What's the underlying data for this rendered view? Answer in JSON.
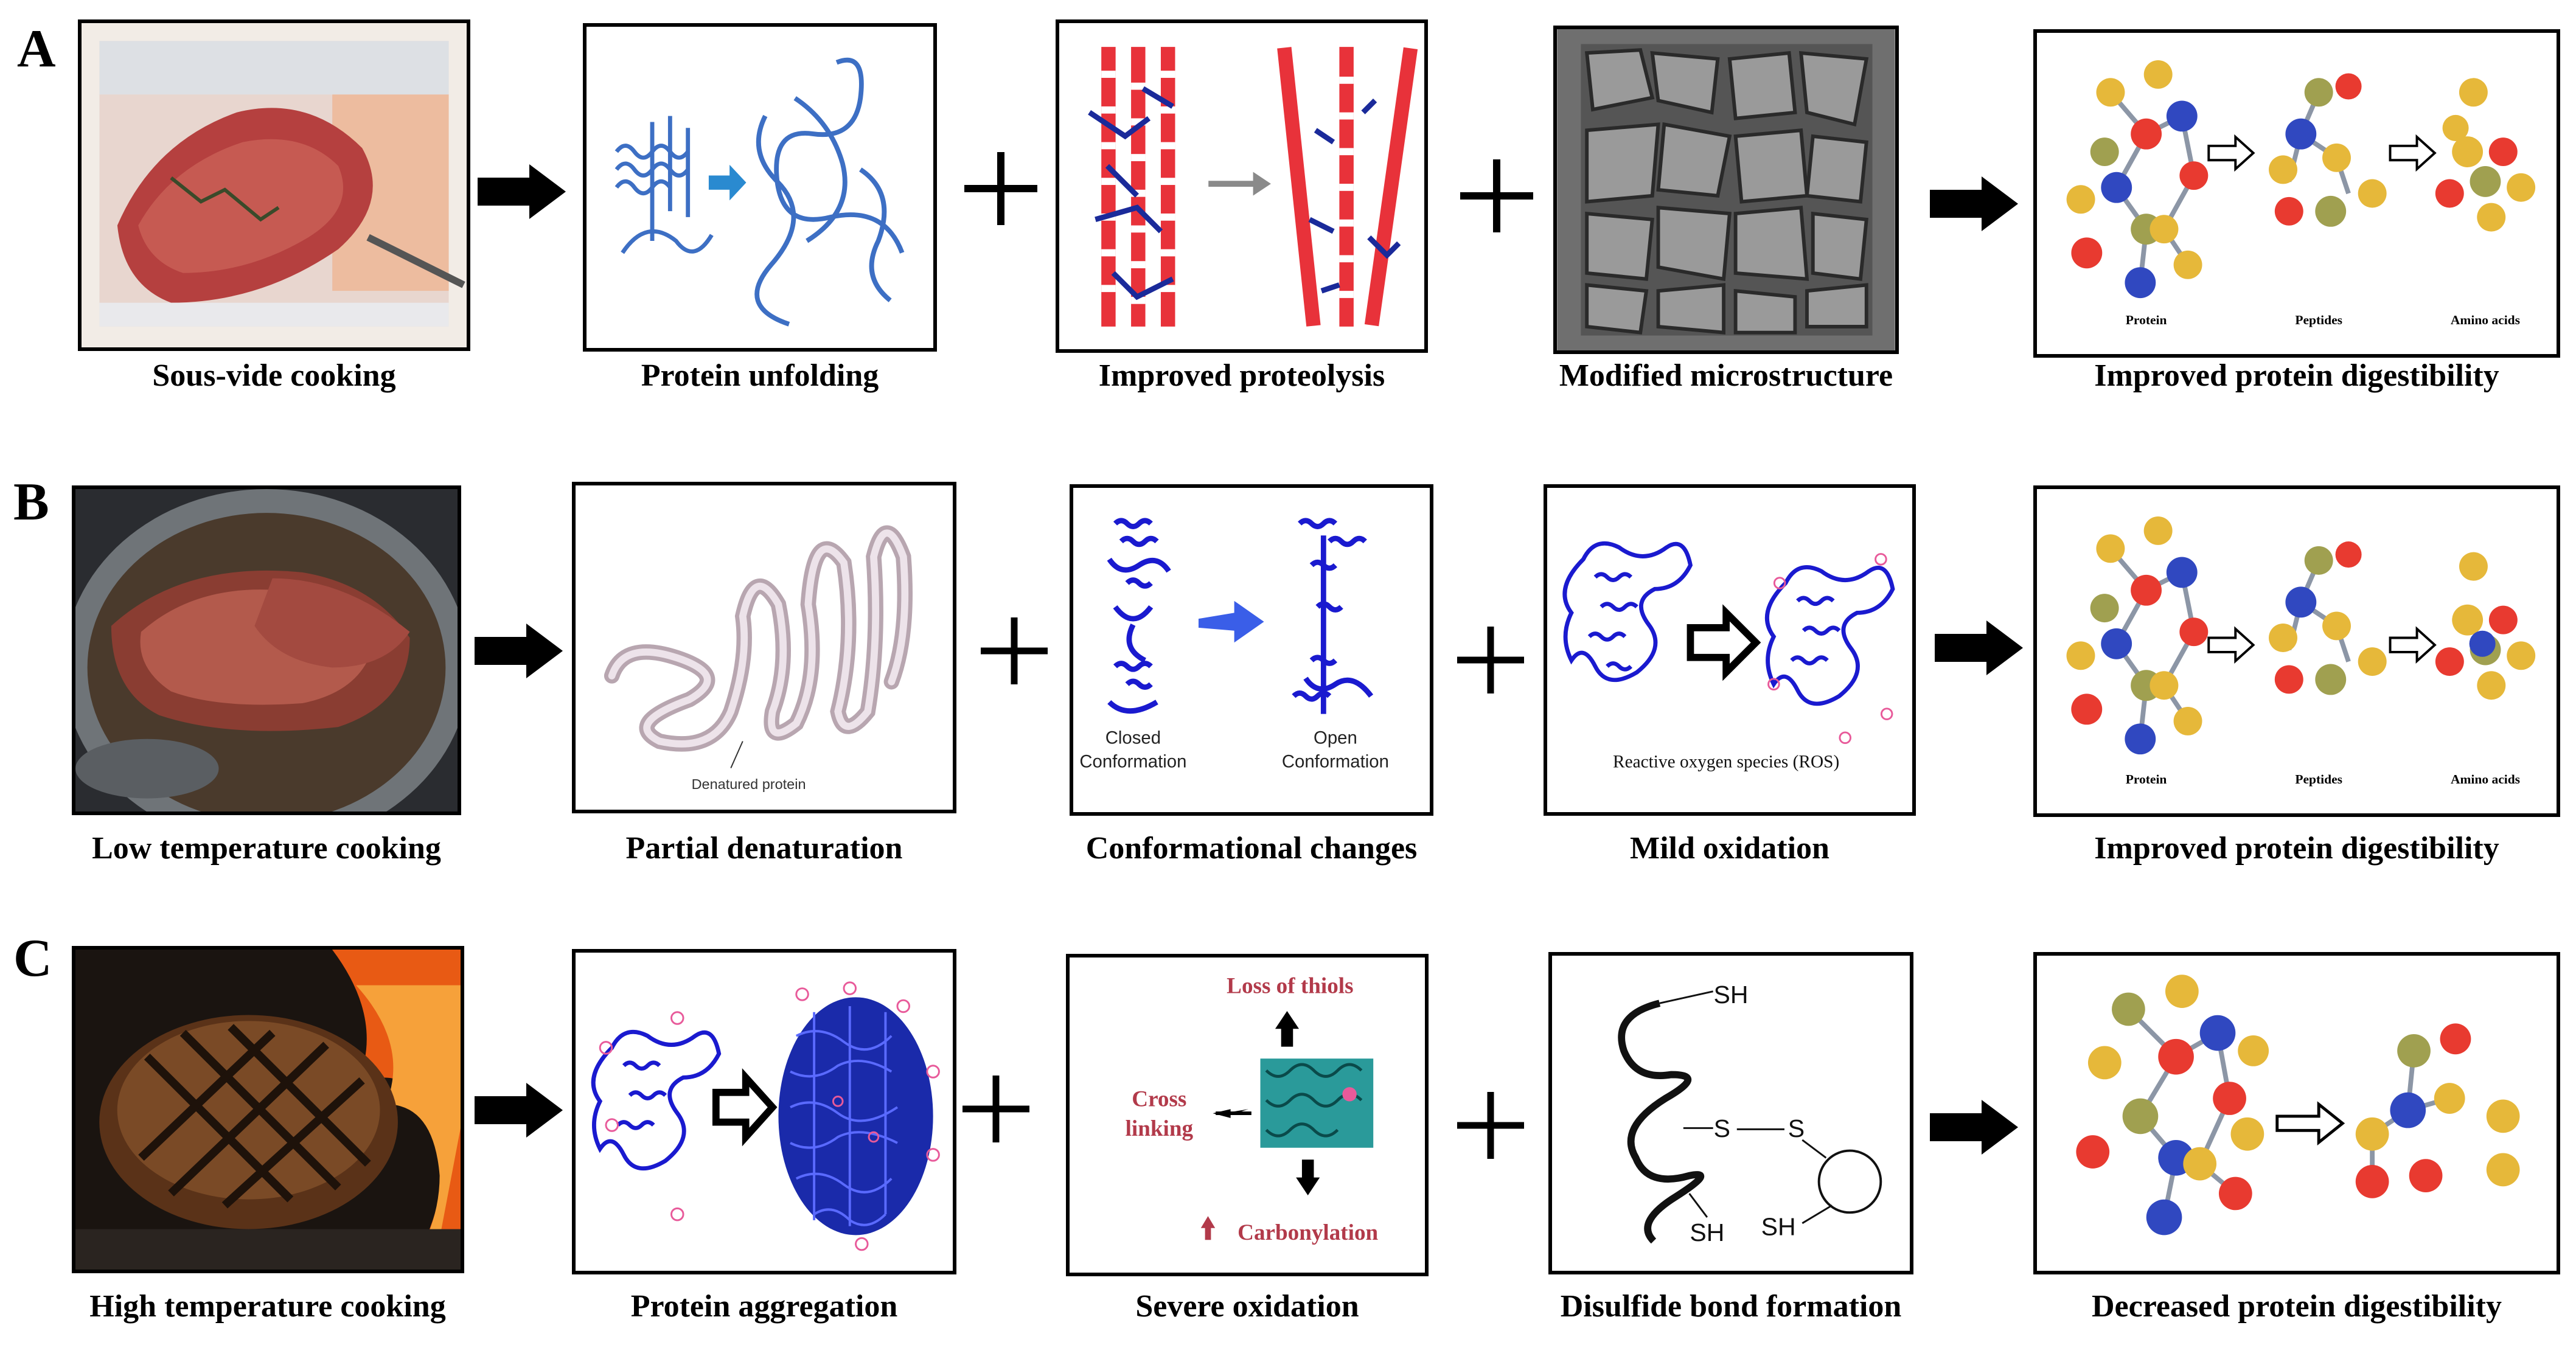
{
  "rows": [
    {
      "letter": "A",
      "panels": [
        {
          "caption": "Sous-vide cooking"
        },
        {
          "caption": "Protein unfolding"
        },
        {
          "caption": "Improved proteolysis"
        },
        {
          "caption": "Modified microstructure"
        },
        {
          "caption": "Improved protein digestibility",
          "labels": {
            "protein": "Protein",
            "peptides": "Peptides",
            "amino": "Amino acids"
          }
        }
      ]
    },
    {
      "letter": "B",
      "panels": [
        {
          "caption": "Low temperature cooking"
        },
        {
          "caption": "Partial denaturation",
          "labels": {
            "denatured": "Denatured protein"
          }
        },
        {
          "caption": "Conformational changes",
          "labels": {
            "closed1": "Closed",
            "closed2": "Conformation",
            "open1": "Open",
            "open2": "Conformation"
          }
        },
        {
          "caption": "Mild oxidation",
          "labels": {
            "ros": "Reactive oxygen species (ROS)"
          }
        },
        {
          "caption": "Improved protein digestibility",
          "labels": {
            "protein": "Protein",
            "peptides": "Peptides",
            "amino": "Amino acids"
          }
        }
      ]
    },
    {
      "letter": "C",
      "panels": [
        {
          "caption": "High temperature cooking"
        },
        {
          "caption": "Protein aggregation"
        },
        {
          "caption": "Severe oxidation",
          "labels": {
            "thiols": "Loss of thiols",
            "cross1": "Cross",
            "cross2": "linking",
            "carbonyl": "Carbonylation"
          }
        },
        {
          "caption": "Disulfide bond formation",
          "labels": {
            "sh": "SH",
            "s": "S"
          }
        },
        {
          "caption": "Decreased protein digestibility"
        }
      ]
    }
  ]
}
